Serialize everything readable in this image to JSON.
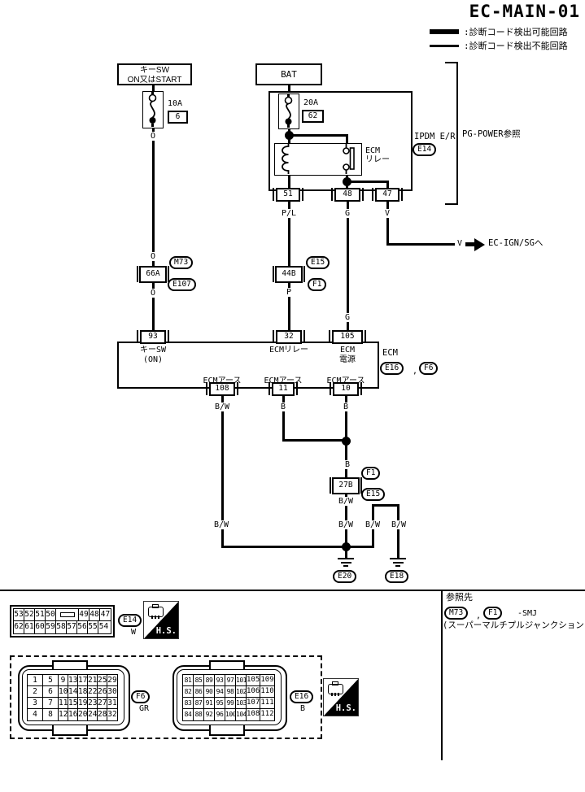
{
  "title": "EC-MAIN-01",
  "legend": {
    "thick_label": ":診断コード検出可能回路",
    "thin_label": ":診断コード検出不能回路"
  },
  "power": {
    "key_sw_line1": "キーSW",
    "key_sw_line2": "ON又はSTART",
    "bat_label": "BAT",
    "fuse_key": {
      "rating": "10A",
      "number": "6"
    },
    "fuse_bat": {
      "rating": "20A",
      "number": "62"
    },
    "ipdm_label": "IPDM E/R",
    "ipdm_connector": "E14",
    "pg_power_ref": "PG-POWER参照",
    "relay_line1": "ECM",
    "relay_line2": "リレー",
    "pin_51": "51",
    "pin_48": "48",
    "pin_47": "47"
  },
  "wires": {
    "o": "O",
    "pl": "P/L",
    "p": "P",
    "g": "G",
    "v": "V",
    "b": "B",
    "bw": "B/W"
  },
  "ign_branch": {
    "color": "V",
    "dest": "EC-IGN/SGへ"
  },
  "passthrough": {
    "c66a": {
      "number": "66A",
      "top_conn": "M73",
      "bottom_conn": "E107"
    },
    "c44b": {
      "number": "44B",
      "top_conn": "E15",
      "bottom_conn": "F1"
    },
    "c27b": {
      "number": "27B",
      "top_conn": "F1",
      "bottom_conn": "E15"
    }
  },
  "ecm": {
    "pin_93": "93",
    "pin_32": "32",
    "pin_105": "105",
    "pin_108": "108",
    "pin_11": "11",
    "pin_10": "10",
    "label_93_line1": "キーSW",
    "label_93_line2": "(ON)",
    "label_32": "ECMリレー",
    "label_105_line1": "ECM",
    "label_105_line2": "電源",
    "label_ground": "ECMアース",
    "unit_label": "ECM",
    "conn_1": "E16",
    "separator": ",",
    "conn_2": "F6"
  },
  "grounds": {
    "e20": "E20",
    "e18": "E18"
  },
  "footer": {
    "e14_block": {
      "rows": [
        [
          "53",
          "52",
          "51",
          "50",
          "",
          "49",
          "48",
          "47"
        ],
        [
          "62",
          "61",
          "60",
          "59",
          "58",
          "57",
          "56",
          "55",
          "54"
        ]
      ],
      "connector": "E14",
      "color": "W"
    },
    "hs_label": "H.S.",
    "f6_block": {
      "rows": [
        [
          "1",
          "5",
          "9",
          "13",
          "17",
          "21",
          "25",
          "29"
        ],
        [
          "2",
          "6",
          "10",
          "14",
          "18",
          "22",
          "26",
          "30"
        ],
        [
          "3",
          "7",
          "11",
          "15",
          "19",
          "23",
          "27",
          "31"
        ],
        [
          "4",
          "8",
          "12",
          "16",
          "20",
          "24",
          "28",
          "32"
        ]
      ],
      "connector": "F6",
      "color": "GR"
    },
    "e16_block": {
      "rows": [
        [
          "81",
          "85",
          "89",
          "93",
          "97",
          "101",
          "105",
          "109"
        ],
        [
          "82",
          "86",
          "90",
          "94",
          "98",
          "102",
          "106",
          "110"
        ],
        [
          "83",
          "87",
          "91",
          "95",
          "99",
          "103",
          "107",
          "111"
        ],
        [
          "84",
          "88",
          "92",
          "96",
          "100",
          "104",
          "108",
          "112"
        ]
      ],
      "connector": "E16",
      "color": "B"
    },
    "reference": {
      "title": "参照先",
      "conn_1": "M73",
      "comma": ",",
      "conn_2": "F1",
      "suffix": "-SMJ",
      "note": "(スーパーマルチプルジャンクション)"
    }
  }
}
